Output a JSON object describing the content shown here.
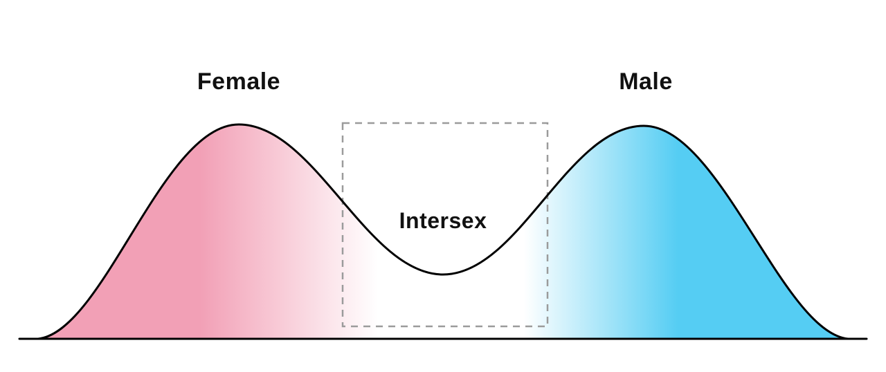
{
  "diagram": {
    "labels": {
      "female": "Female",
      "male": "Male",
      "intersex": "Intersex"
    },
    "colors": {
      "female_fill": "#F2A0B6",
      "male_fill": "#55CDF3",
      "fade_white": "#FFFFFF",
      "curve_stroke": "#000000",
      "dashed_box": "#9B9B9B"
    }
  }
}
